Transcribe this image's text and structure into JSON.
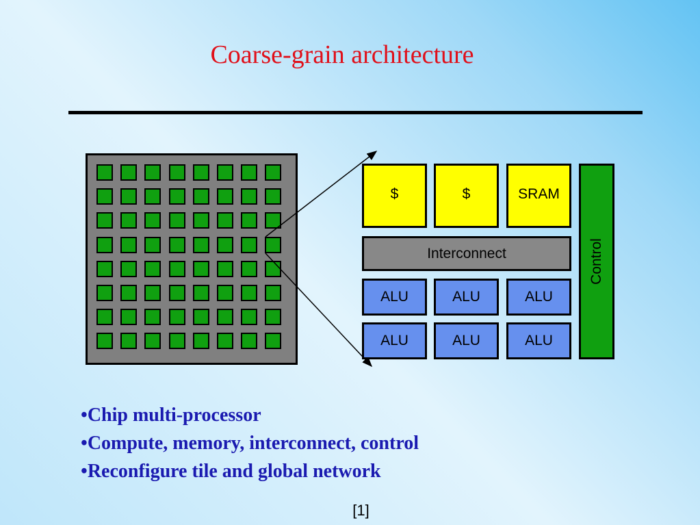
{
  "title": "Coarse-grain architecture",
  "chip": {
    "rows": 8,
    "cols": 8
  },
  "tile_detail": {
    "memory": [
      "$",
      "$",
      "SRAM"
    ],
    "interconnect": "Interconnect",
    "alus": [
      "ALU",
      "ALU",
      "ALU",
      "ALU",
      "ALU",
      "ALU"
    ],
    "control": "Control"
  },
  "bullets": [
    "Chip multi-processor",
    "Compute, memory, interconnect, control",
    "Reconfigure tile and global network"
  ],
  "reference": "[1]",
  "colors": {
    "title": "#e0101a",
    "tile_green": "#10a010",
    "memory_yellow": "#ffff00",
    "alu_blue": "#6690ee",
    "interconnect_gray": "#888888",
    "bullet_text": "#1a1ab0"
  }
}
